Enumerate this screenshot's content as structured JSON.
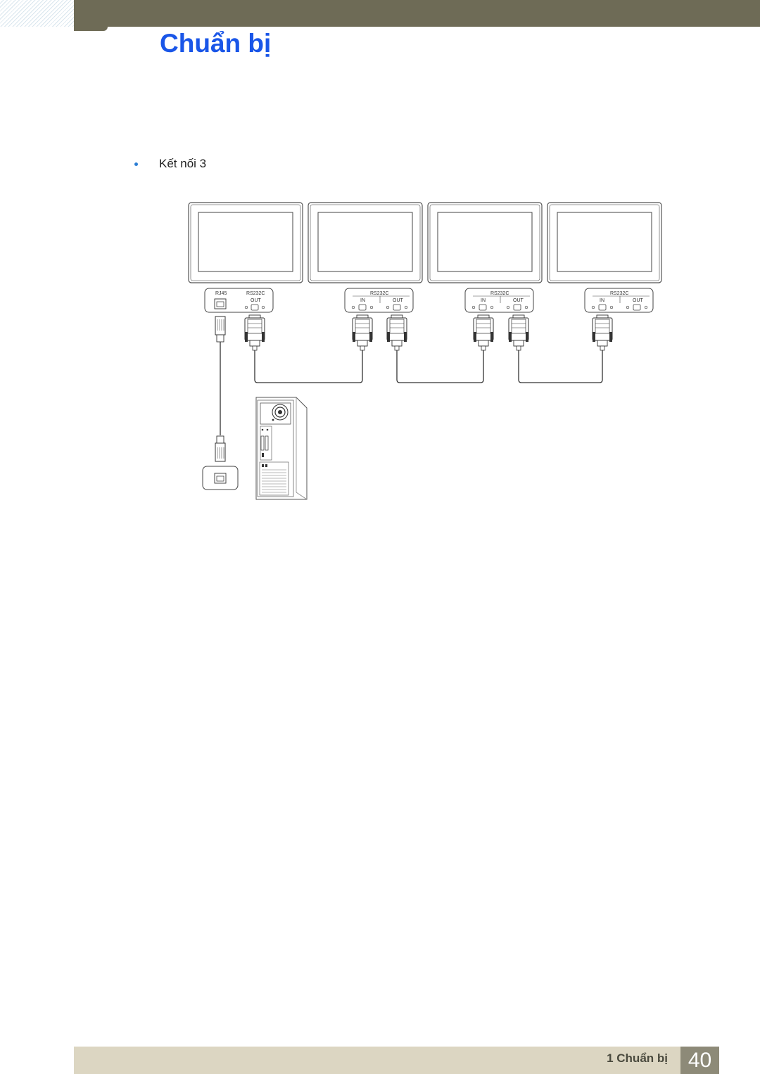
{
  "header": {
    "title": "Chuẩn bị"
  },
  "content": {
    "bullet": "Kết nối 3"
  },
  "diagram": {
    "first_panel": {
      "rj45": "RJ45",
      "rs232c": "RS232C",
      "out": "OUT"
    },
    "daisy_panels": [
      {
        "rs232c": "RS232C",
        "in": "IN",
        "out": "OUT"
      },
      {
        "rs232c": "RS232C",
        "in": "IN",
        "out": "OUT"
      },
      {
        "rs232c": "RS232C",
        "in": "IN",
        "out": "OUT"
      }
    ]
  },
  "footer": {
    "section": "1 Chuẩn bị",
    "page": "40"
  },
  "colors": {
    "title": "#1a56e8",
    "topbar": "#6e6b56",
    "footer": "#dcd6c2",
    "page_box": "#8d8a78"
  }
}
